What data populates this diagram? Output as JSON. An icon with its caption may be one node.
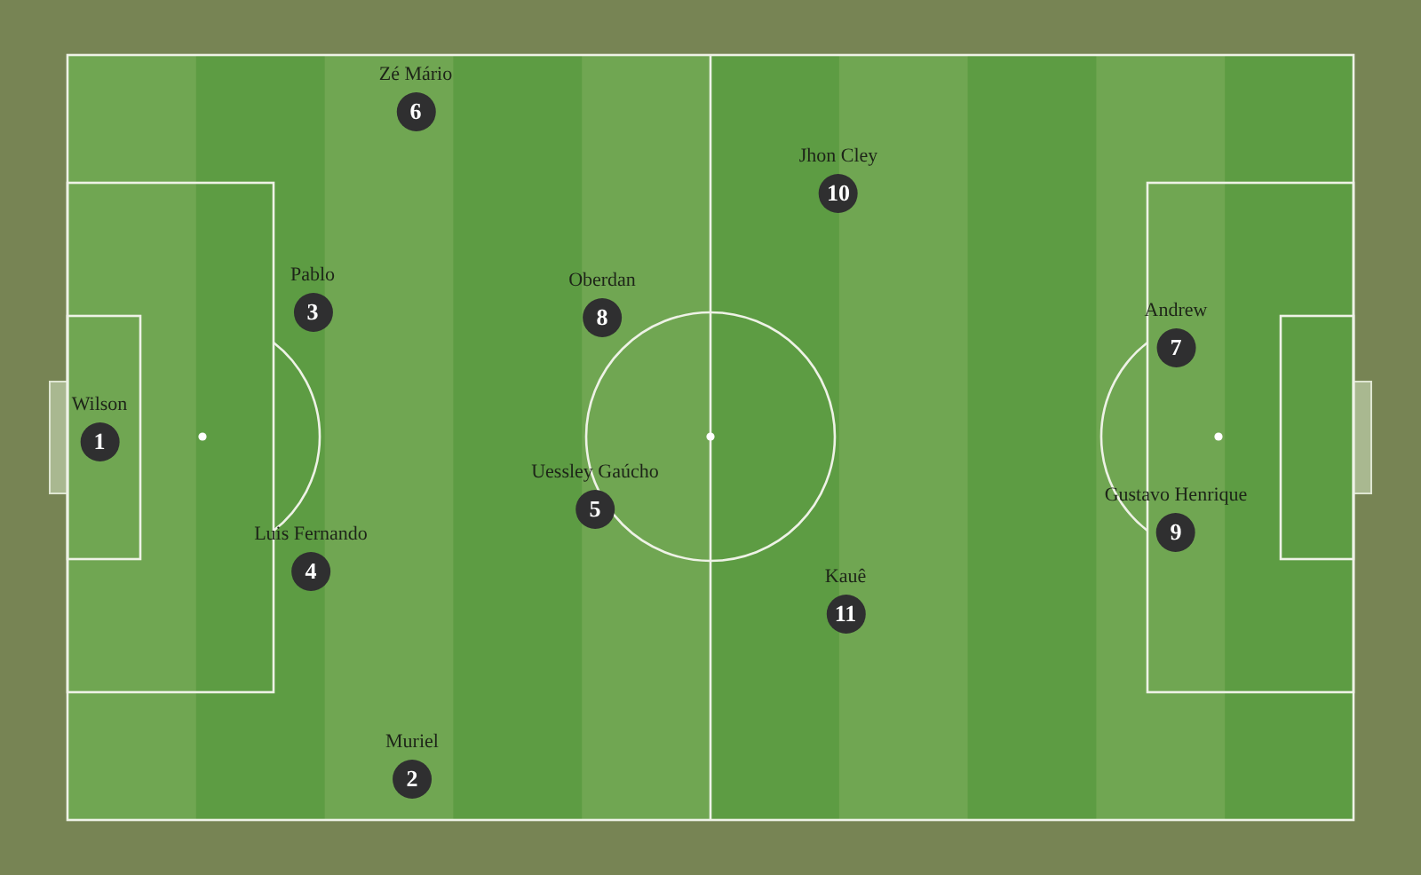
{
  "diagram": {
    "nodes": [
      {
        "text": [
          "Wilson",
          "1"
        ]
      },
      {
        "text": [
          "Muriel",
          "2"
        ]
      },
      {
        "text": [
          "Pablo",
          "3"
        ]
      },
      {
        "text": [
          "Luis Fernando",
          "4"
        ]
      },
      {
        "text": [
          "Uessley Gaúcho",
          "5"
        ]
      },
      {
        "text": [
          "Zé Mário",
          "6"
        ]
      },
      {
        "text": [
          "Andrew",
          "7"
        ]
      },
      {
        "text": [
          "Oberdan",
          "8"
        ]
      },
      {
        "text": [
          "Gustavo Henrique",
          "9"
        ]
      },
      {
        "text": [
          "Jhon Cley",
          "10"
        ]
      },
      {
        "text": [
          "Kauê",
          "11"
        ]
      }
    ]
  }
}
